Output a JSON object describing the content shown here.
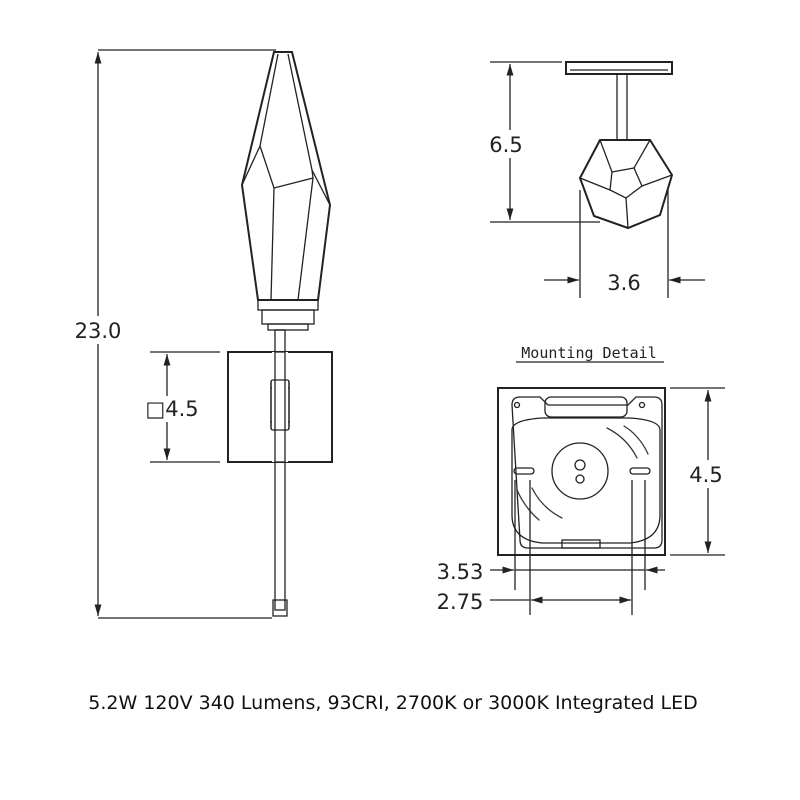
{
  "dimensions": {
    "overall_height": "23.0",
    "backplate_square": "□4.5",
    "side_height": "6.5",
    "side_width": "3.6",
    "mount_height": "4.5",
    "mount_width_outer": "3.53",
    "mount_width_inner": "2.75"
  },
  "mounting_detail_title": "Mounting Detail",
  "caption": "5.2W 120V 340 Lumens, 93CRI, 2700K or 3000K Integrated LED"
}
